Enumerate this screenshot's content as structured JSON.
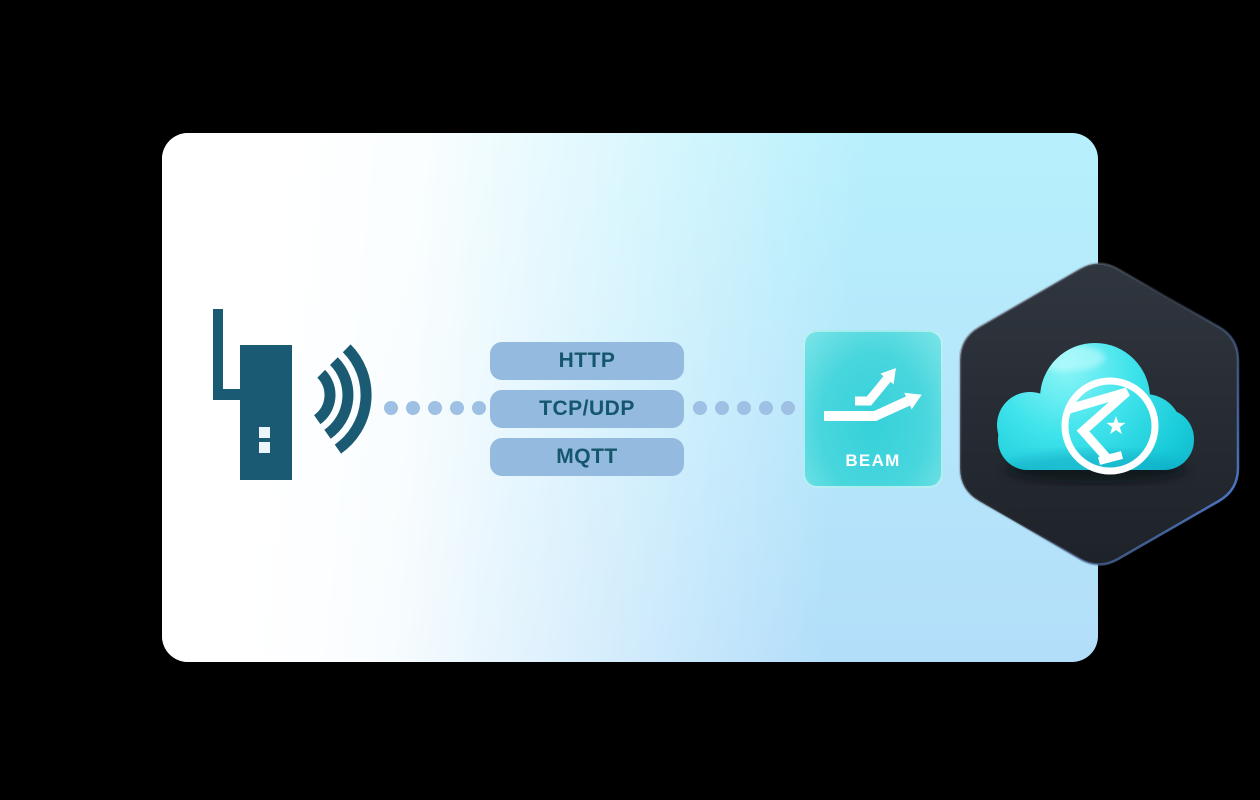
{
  "page": {
    "background": "#000000"
  },
  "card": {
    "shape": "rounded-rectangle",
    "gradient_left": "#ffffff",
    "gradient_top_right": "#b7f0fc",
    "gradient_bottom_right": "#b3defa"
  },
  "device": {
    "icon": "wireless-router-icon",
    "signal_icon": "wifi-waves-icon",
    "color": "#1a5a72"
  },
  "connectors": {
    "style": "dotted-line",
    "dot_color": "#9dc0e4",
    "dots_per_segment": 5
  },
  "protocols": {
    "items": [
      {
        "label": "HTTP"
      },
      {
        "label": "TCP/UDP"
      },
      {
        "label": "MQTT"
      }
    ],
    "pill_background": "#94badf",
    "text_color": "#14576d"
  },
  "beam": {
    "label": "BEAM",
    "icon": "branch-arrows-icon",
    "background_center": "#35d1da",
    "background_edge": "#7ce4e8",
    "text_color": "#ffffff"
  },
  "cloud_platform": {
    "badge_shape": "hexagon",
    "badge_color": "#262b33",
    "cloud_color": "#2bdde6",
    "logo": "z-star-circle-logo",
    "logo_color": "#ffffff"
  }
}
